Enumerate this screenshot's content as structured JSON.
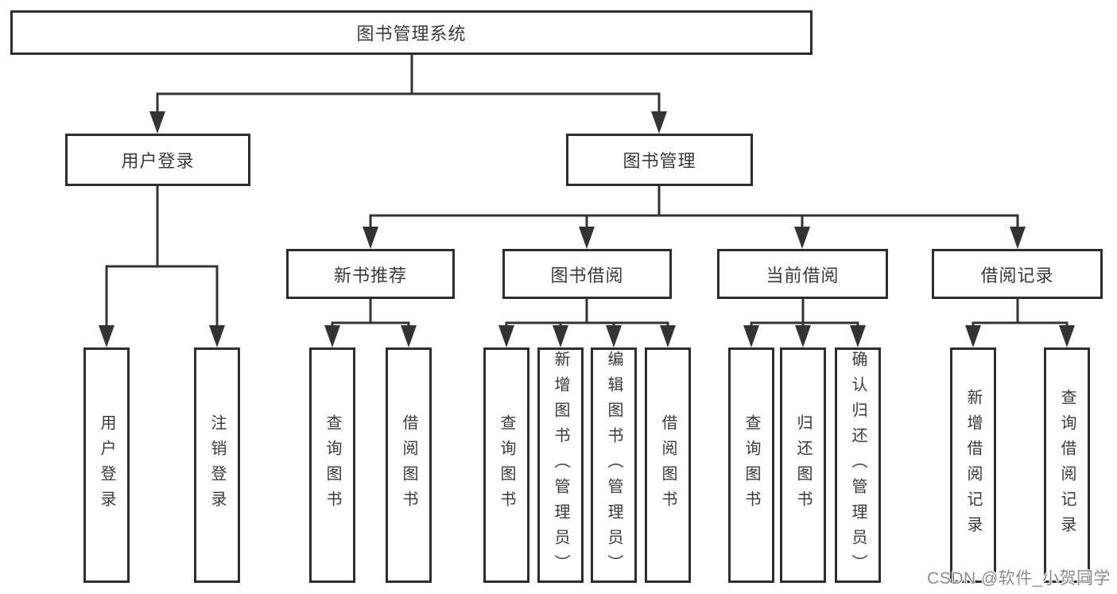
{
  "diagram": {
    "root": {
      "label": "图书管理系统",
      "children": [
        {
          "label": "用户登录",
          "children": [
            {
              "label": "用户登录"
            },
            {
              "label": "注销登录"
            }
          ]
        },
        {
          "label": "图书管理",
          "children": [
            {
              "label": "新书推荐",
              "children": [
                {
                  "label": "查询图书"
                },
                {
                  "label": "借阅图书"
                }
              ]
            },
            {
              "label": "图书借阅",
              "children": [
                {
                  "label": "查询图书"
                },
                {
                  "label": "新增图书（管理员）"
                },
                {
                  "label": "编辑图书（管理员）"
                },
                {
                  "label": "借阅图书"
                }
              ]
            },
            {
              "label": "当前借阅",
              "children": [
                {
                  "label": "查询图书"
                },
                {
                  "label": "归还图书"
                },
                {
                  "label": "确认归还（管理员）"
                }
              ]
            },
            {
              "label": "借阅记录",
              "children": [
                {
                  "label": "新增借阅记录"
                },
                {
                  "label": "查询借阅记录"
                }
              ]
            }
          ]
        }
      ]
    }
  },
  "watermark": {
    "text": "CSDN @软件_小贺同学"
  },
  "colors": {
    "line": "#333333",
    "box_border": "#2d2d2d",
    "text": "#3a3a3a",
    "watermark": "#8c8c8c",
    "background": "#ffffff"
  }
}
